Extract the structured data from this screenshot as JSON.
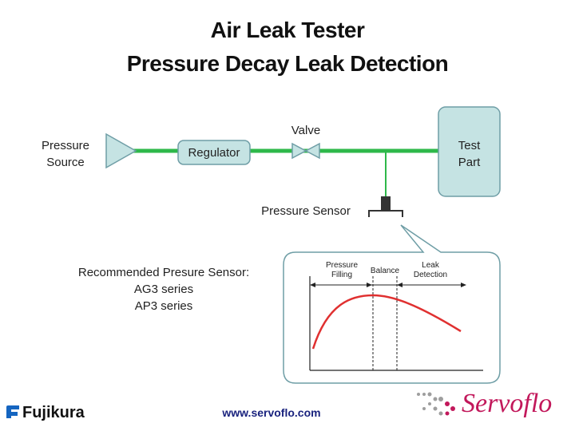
{
  "title": {
    "line1": "Air Leak Tester",
    "line2": "Pressure Decay Leak Detection"
  },
  "diagram": {
    "pressure_source_label": "Pressure\nSource",
    "regulator_label": "Regulator",
    "valve_label": "Valve",
    "test_part_label": "Test\nPart",
    "pressure_sensor_label": "Pressure Sensor",
    "colors": {
      "pipe": "#2eb84a",
      "component_fill": "#c5e3e3",
      "component_stroke": "#6f9ea6",
      "curve": "#e03030"
    }
  },
  "callout": {
    "phases": [
      "Pressure\nFilling",
      "Balance",
      "Leak\nDetection"
    ]
  },
  "recommendation": {
    "heading": "Recommended Presure Sensor:",
    "items": [
      "AG3 series",
      "AP3 series"
    ]
  },
  "footer": {
    "url": "www.servoflo.com",
    "brand_left": "Fujikura",
    "brand_right": "Servoflo"
  }
}
